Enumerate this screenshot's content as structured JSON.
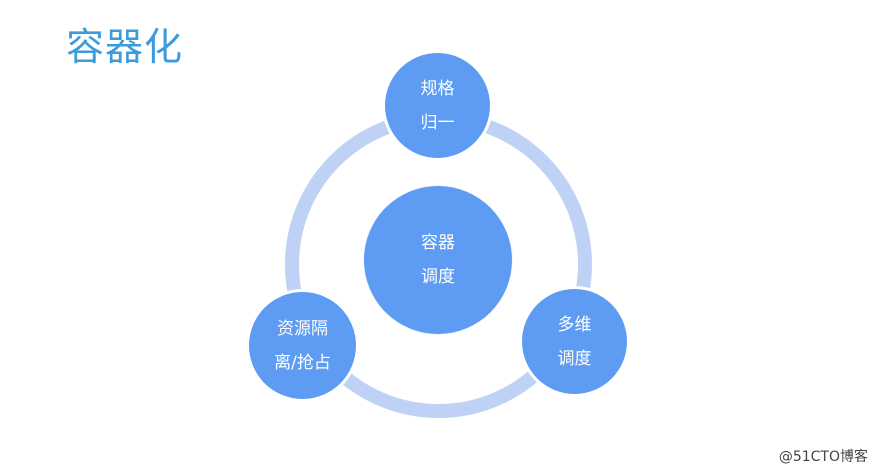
{
  "slide": {
    "title": "容器化"
  },
  "diagram": {
    "center": {
      "line1": "容器",
      "line2": "调度"
    },
    "top": {
      "line1": "规格",
      "line2": "归一"
    },
    "left": {
      "line1": "资源隔",
      "line2": "离/抢占"
    },
    "right": {
      "line1": "多维",
      "line2": "调度"
    }
  },
  "watermark": "@51CTO博客",
  "colors": {
    "title": "#3b9bdc",
    "node_fill": "#5d9cf2",
    "ring": "#bfd2f6",
    "node_text": "#ffffff"
  }
}
